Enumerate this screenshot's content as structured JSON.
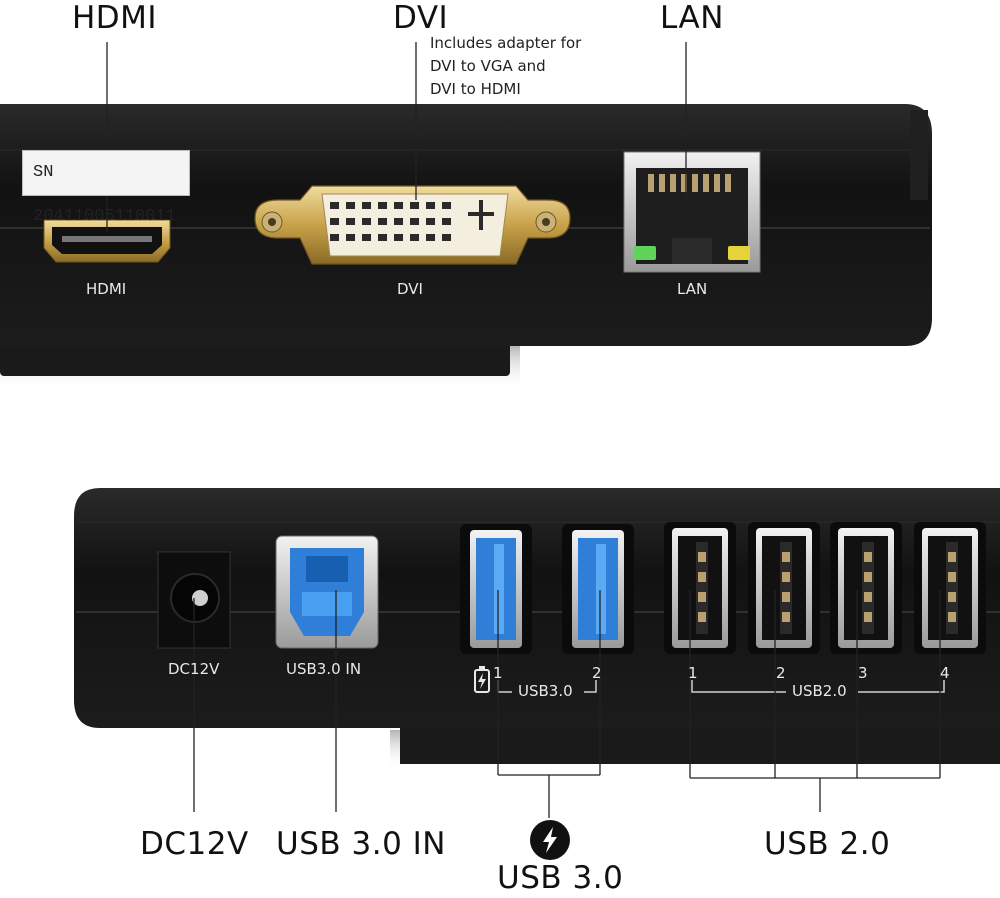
{
  "top_panel": {
    "callouts": {
      "hdmi": "HDMI",
      "dvi": "DVI",
      "lan": "LAN"
    },
    "dvi_note": [
      "Includes adapter for",
      "DVI to VGA and",
      "DVI to HDMI"
    ],
    "serial_sticker": "SN 20411005110011",
    "port_labels": {
      "hdmi": "HDMI",
      "dvi": "DVI",
      "lan": "LAN"
    }
  },
  "bottom_panel": {
    "port_labels": {
      "dc": "DC12V",
      "usb_in": "USB3.0 IN",
      "usb3_group": "USB3.0",
      "usb2_group": "USB2.0",
      "usb3_numbers": [
        "1",
        "2"
      ],
      "usb2_numbers": [
        "1",
        "2",
        "3",
        "4"
      ]
    },
    "callouts": {
      "dc": "DC12V",
      "usb_in": "USB 3.0 IN",
      "usb3": "USB 3.0",
      "usb2": "USB 2.0"
    }
  },
  "icons": [
    "battery-charge-icon",
    "lightning-bolt-icon"
  ],
  "colors": {
    "housing": "#151515",
    "usb3_blue": "#2f7fd8",
    "gold": "#c8a24a",
    "led_green": "#5fd35a",
    "led_yellow": "#e4d43a"
  }
}
